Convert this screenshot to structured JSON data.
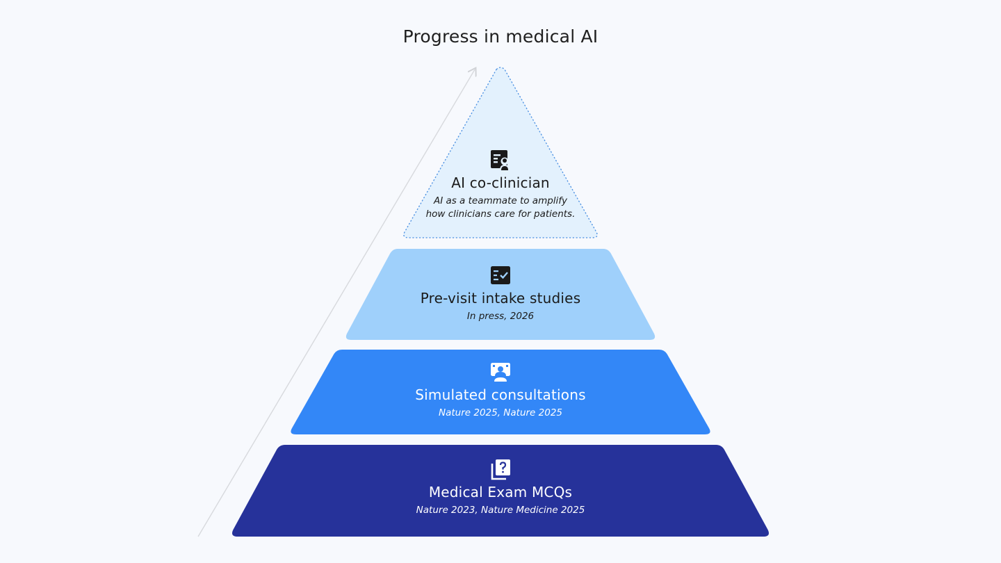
{
  "title": "Progress in medical AI",
  "colors": {
    "background": "#f7f9fd",
    "tier_top": "#e3f1fd",
    "tier_top_border": "#4a90e2",
    "tier_2": "#9fd0fb",
    "tier_3": "#3387f7",
    "tier_4": "#26329a",
    "arrow": "#d7d9dd"
  },
  "tiers": [
    {
      "icon": "clinician-document-icon",
      "title": "AI co-clinician",
      "subtitle_lines": [
        "AI as a teammate to amplify",
        "how clinicians care for patients."
      ]
    },
    {
      "icon": "checklist-icon",
      "title": "Pre-visit intake studies",
      "subtitle_lines": [
        "In press, 2026"
      ]
    },
    {
      "icon": "video-consultation-icon",
      "title": "Simulated consultations",
      "subtitle_lines": [
        "Nature 2025, Nature 2025"
      ]
    },
    {
      "icon": "question-cards-icon",
      "title": "Medical Exam MCQs",
      "subtitle_lines": [
        "Nature 2023, Nature Medicine 2025"
      ]
    }
  ]
}
